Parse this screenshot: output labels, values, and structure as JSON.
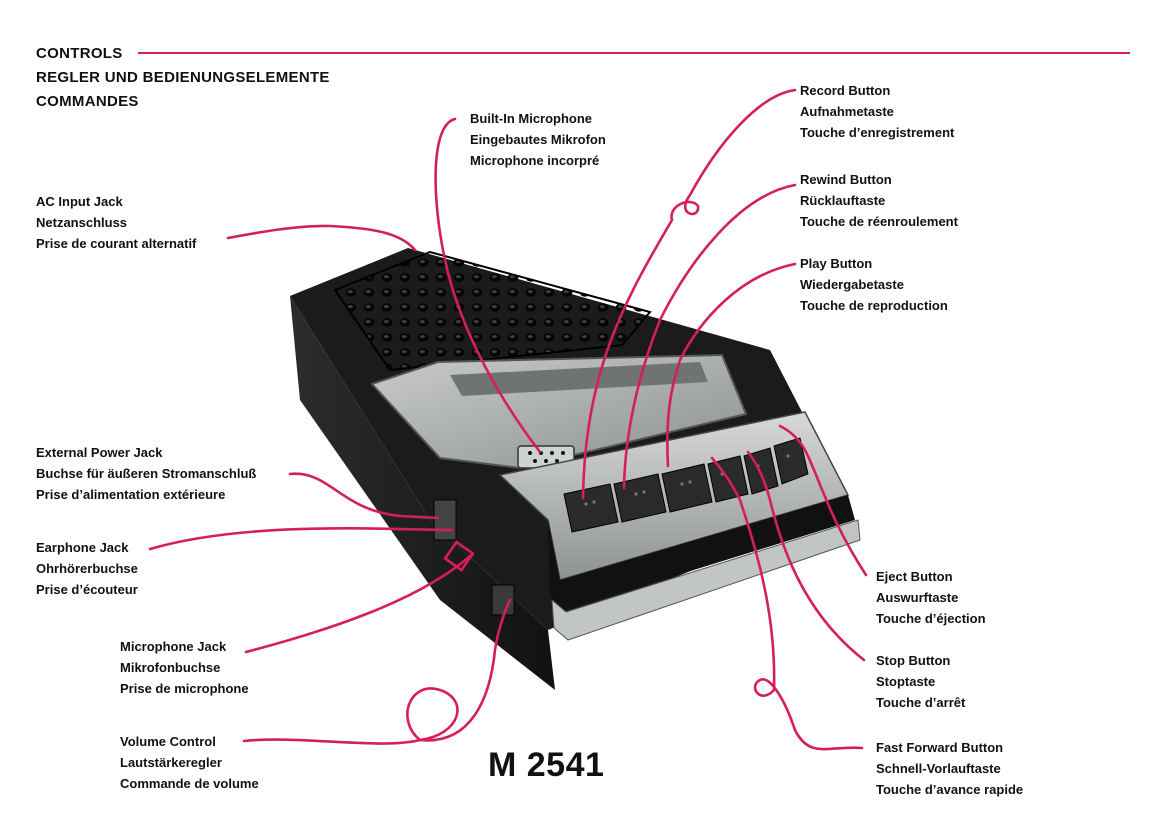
{
  "header": {
    "line1": "CONTROLS",
    "line2": "REGLER UND BEDIENUNGSELEMENTE",
    "line3": "COMMANDES"
  },
  "model": "M 2541",
  "colors": {
    "leader": "#d51e5e",
    "body": "#1e1e1e",
    "metal": "#b9bcbd"
  },
  "labels": {
    "microphone": {
      "en": "Built-In Microphone",
      "de": "Eingebautes Mikrofon",
      "fr": "Microphone incorpré"
    },
    "record": {
      "en": "Record Button",
      "de": "Aufnahmetaste",
      "fr": "Touche d’enregistrement"
    },
    "rewind": {
      "en": "Rewind Button",
      "de": "Rücklauftaste",
      "fr": "Touche de réenroulement"
    },
    "play": {
      "en": "Play Button",
      "de": "Wiedergabetaste",
      "fr": "Touche de reproduction"
    },
    "ac_input": {
      "en": "AC Input Jack",
      "de": "Netzanschluss",
      "fr": "Prise de courant alternatif"
    },
    "ext_power": {
      "en": "External Power Jack",
      "de": "Buchse für äußeren Stromanschluß",
      "fr": "Prise d’alimentation extérieure"
    },
    "earphone": {
      "en": "Earphone Jack",
      "de": "Ohrhörerbuchse",
      "fr": "Prise d’écouteur"
    },
    "mic_jack": {
      "en": "Microphone Jack",
      "de": "Mikrofonbuchse",
      "fr": "Prise de microphone"
    },
    "volume": {
      "en": "Volume Control",
      "de": "Lautstärkeregler",
      "fr": "Commande de volume"
    },
    "eject": {
      "en": "Eject Button",
      "de": "Auswurftaste",
      "fr": "Touche d’éjection"
    },
    "stop": {
      "en": "Stop Button",
      "de": "Stoptaste",
      "fr": "Touche d’arrêt"
    },
    "ffwd": {
      "en": "Fast Forward Button",
      "de": "Schnell-Vorlauftaste",
      "fr": "Touche d’avance rapide"
    }
  }
}
